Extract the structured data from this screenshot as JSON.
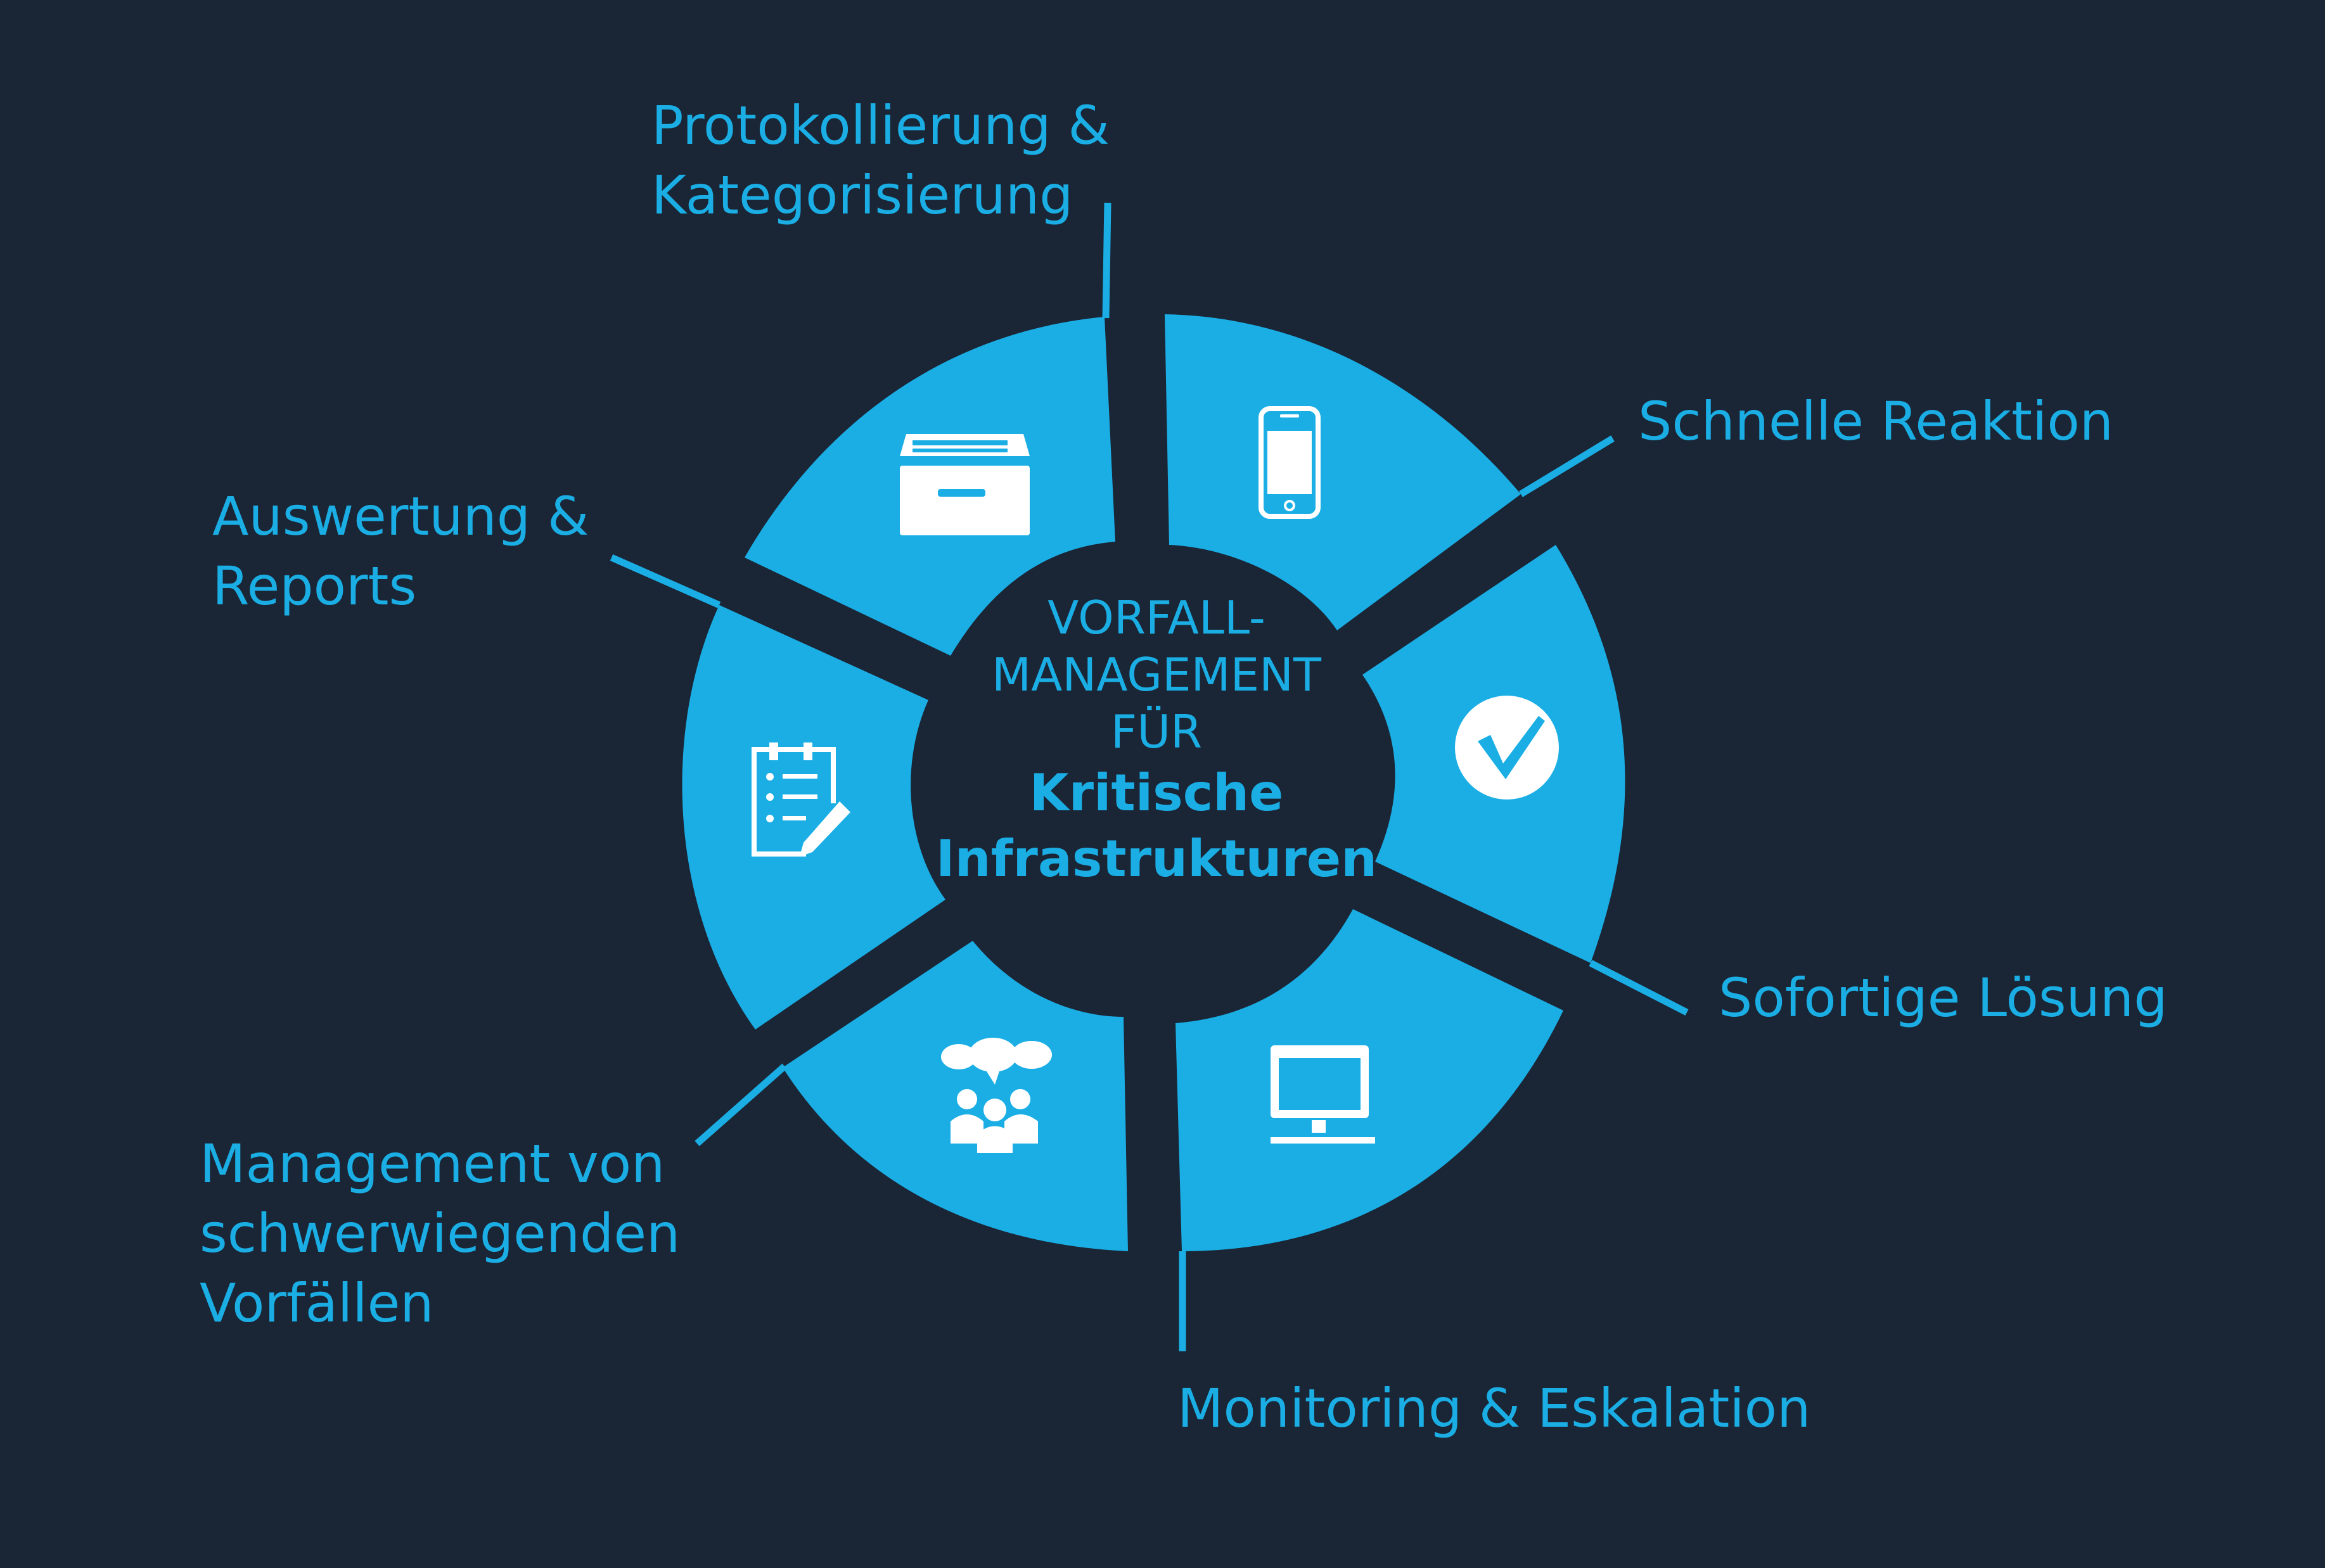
{
  "diagram": {
    "center": {
      "line1": "VORFALL-",
      "line2": "MANAGEMENT",
      "line3": "FÜR",
      "line4": "Kritische",
      "line5": "Infrastrukturen"
    },
    "segments": [
      {
        "id": "protokollierung",
        "icon": "file-drawer-icon",
        "label_lines": [
          "Protokollierung &",
          "Kategorisierung"
        ]
      },
      {
        "id": "reaktion",
        "icon": "smartphone-icon",
        "label_lines": [
          "Schnelle Reaktion"
        ]
      },
      {
        "id": "loesung",
        "icon": "checkmark-circle-icon",
        "label_lines": [
          "Sofortige Lösung"
        ]
      },
      {
        "id": "monitoring",
        "icon": "monitor-icon",
        "label_lines": [
          "Monitoring & Eskalation"
        ]
      },
      {
        "id": "management",
        "icon": "team-discussion-icon",
        "label_lines": [
          "Management von",
          "schwerwiegenden",
          "Vorfällen"
        ]
      },
      {
        "id": "auswertung",
        "icon": "clipboard-report-icon",
        "label_lines": [
          "Auswertung &",
          "Reports"
        ]
      }
    ],
    "colors": {
      "background": "#1a2535",
      "accent": "#1aaee5",
      "icon": "#ffffff"
    }
  }
}
